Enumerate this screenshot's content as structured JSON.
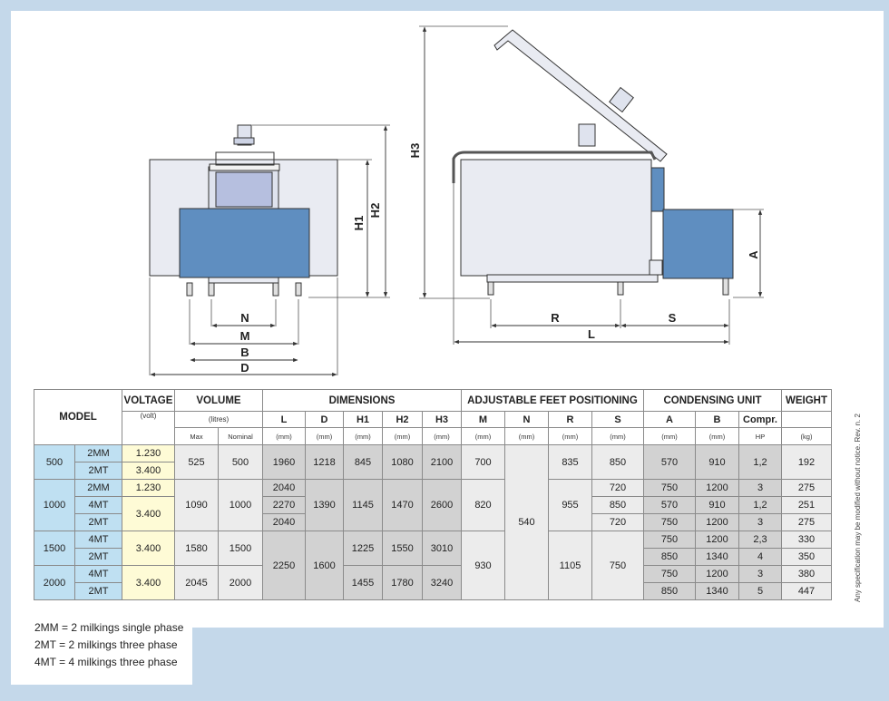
{
  "drawing": {
    "front_labels": {
      "n": "N",
      "m": "M",
      "b": "B",
      "d": "D",
      "h1": "H1",
      "h2": "H2"
    },
    "side_labels": {
      "h3": "H3",
      "r": "R",
      "s": "S",
      "l": "L",
      "a": "A"
    }
  },
  "table": {
    "headers": {
      "model": "MODEL",
      "voltage": "VOLTAGE",
      "voltage_unit": "(volt)",
      "volume": "VOLUME",
      "volume_unit": "(litres)",
      "volume_max": "Max",
      "volume_nominal": "Nominal",
      "dimensions": "DIMENSIONS",
      "dim_cols": [
        "L",
        "D",
        "H1",
        "H2",
        "H3"
      ],
      "feet": "ADJUSTABLE FEET POSITIONING",
      "feet_cols": [
        "M",
        "N",
        "R",
        "S"
      ],
      "condensing": "CONDENSING UNIT",
      "cond_cols": [
        "A",
        "B",
        "Compr."
      ],
      "weight": "WEIGHT",
      "mm": "(mm)",
      "hp": "HP",
      "kg": "(kg)"
    },
    "groups": [
      {
        "model": "500",
        "rows": [
          {
            "type": "2MM",
            "voltage": "1.230",
            "A": "570",
            "B": "910",
            "compr": "1,2"
          },
          {
            "type": "2MT",
            "voltage": "3.400"
          }
        ],
        "vol_max": "525",
        "vol_nom": "500",
        "L": "1960",
        "D": "1218",
        "H1": "845",
        "H2": "1080",
        "H3": "2100",
        "M": "700",
        "R": "835",
        "S": "850",
        "weight": "192"
      },
      {
        "model": "1000",
        "rows": [
          {
            "type": "2MM",
            "voltage": "1.230",
            "L": "2040",
            "S": "720",
            "A": "750",
            "B": "1200",
            "compr": "3",
            "weight": "275"
          },
          {
            "type": "4MT",
            "voltage": "3.400",
            "L": "2270",
            "S": "850",
            "A": "570",
            "B": "910",
            "compr": "1,2",
            "weight": "251"
          },
          {
            "type": "2MT",
            "L": "2040",
            "S": "720",
            "A": "750",
            "B": "1200",
            "compr": "3",
            "weight": "275"
          }
        ],
        "vol_max": "1090",
        "vol_nom": "1000",
        "D": "1390",
        "H1": "1145",
        "H2": "1470",
        "H3": "2600",
        "M": "820",
        "R": "955"
      },
      {
        "model": "1500",
        "rows": [
          {
            "type": "4MT",
            "voltage": "3.400",
            "A": "750",
            "B": "1200",
            "compr": "2,3",
            "weight": "330"
          },
          {
            "type": "2MT",
            "A": "850",
            "B": "1340",
            "compr": "4",
            "weight": "350"
          }
        ],
        "vol_max": "1580",
        "vol_nom": "1500",
        "H1": "1225",
        "H2": "1550",
        "H3": "3010"
      },
      {
        "model": "2000",
        "rows": [
          {
            "type": "4MT",
            "voltage": "3.400",
            "A": "750",
            "B": "1200",
            "compr": "3",
            "weight": "380"
          },
          {
            "type": "2MT",
            "A": "850",
            "B": "1340",
            "compr": "5",
            "weight": "447"
          }
        ],
        "vol_max": "2045",
        "vol_nom": "2000",
        "H1": "1455",
        "H2": "1780",
        "H3": "3240"
      }
    ],
    "shared": {
      "N": "540",
      "L_1500_2000": "2250",
      "D_1500_2000": "1600",
      "M_1500_2000": "930",
      "R_1500_2000": "1105",
      "S_1500_2000": "750"
    }
  },
  "legend": [
    "2MM = 2 milkings single phase",
    "2MT = 2 milkings three phase",
    "4MT = 4 milkings three phase"
  ],
  "notice": "Any specification may be modified without notice. Rev. n. 2"
}
